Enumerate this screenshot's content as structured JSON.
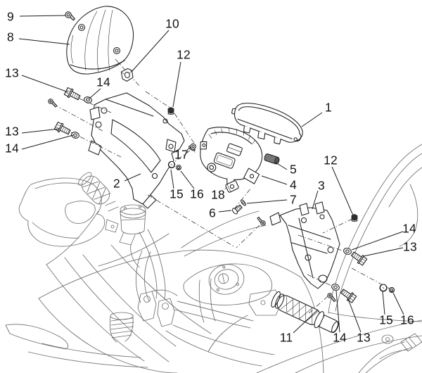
{
  "figure": {
    "background": "#ffffff",
    "part_line_color": "#1c1c1c",
    "bike_line_color": "#6e6e6e",
    "label_color": "#141414",
    "dark_fill_color": "#2f2f2f"
  },
  "callouts": [
    {
      "text": "9"
    },
    {
      "text": "8"
    },
    {
      "text": "10"
    },
    {
      "text": "12"
    },
    {
      "text": "13"
    },
    {
      "text": "14"
    },
    {
      "text": "13"
    },
    {
      "text": "14"
    },
    {
      "text": "1"
    },
    {
      "text": "5"
    },
    {
      "text": "4"
    },
    {
      "text": "7"
    },
    {
      "text": "3"
    },
    {
      "text": "2"
    },
    {
      "text": "17"
    },
    {
      "text": "15"
    },
    {
      "text": "16"
    },
    {
      "text": "18"
    },
    {
      "text": "6"
    },
    {
      "text": "12"
    },
    {
      "text": "14"
    },
    {
      "text": "13"
    },
    {
      "text": "15"
    },
    {
      "text": "16"
    },
    {
      "text": "11"
    },
    {
      "text": "14"
    },
    {
      "text": "13"
    }
  ]
}
